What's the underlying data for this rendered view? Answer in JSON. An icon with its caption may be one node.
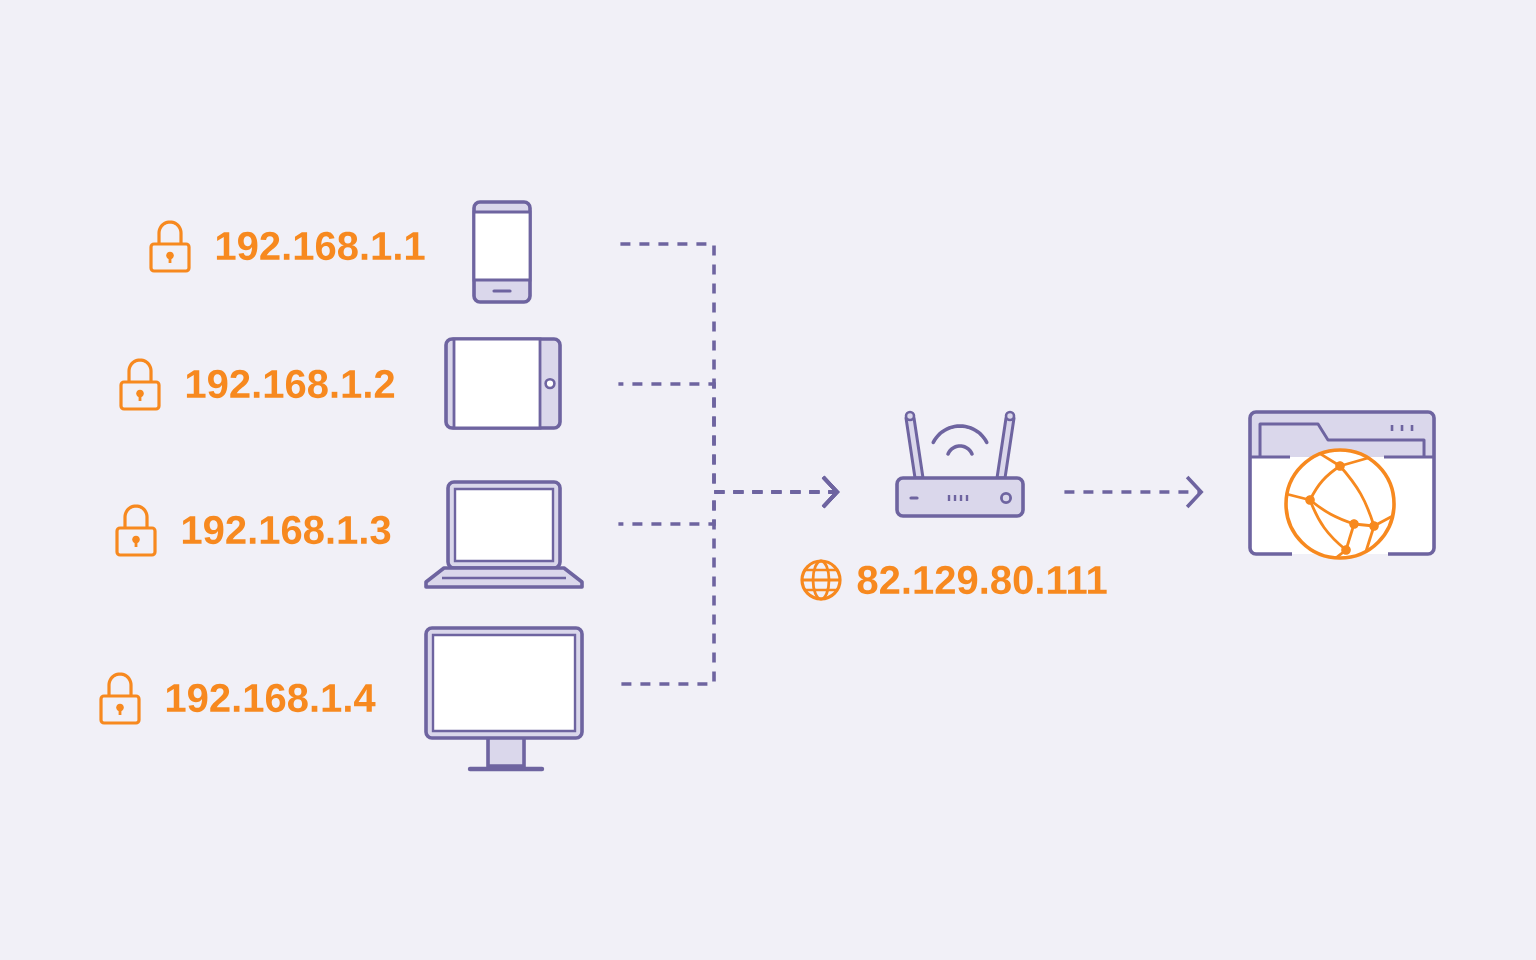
{
  "diagram": {
    "nodes": [
      {
        "text": [],
        "shape": "picture",
        "beside": [
          "192.168.1.1"
        ]
      },
      {
        "text": [],
        "shape": "picture",
        "beside": [
          "192.168.1.2"
        ]
      },
      {
        "text": [],
        "shape": "picture",
        "beside": [
          "192.168.1.3"
        ]
      },
      {
        "text": [],
        "shape": "picture",
        "beside": [
          "192.168.1.4"
        ]
      },
      {
        "text": [],
        "shape": "picture",
        "beside": [
          "82.129.80.111"
        ]
      },
      {
        "text": [],
        "shape": "picture"
      }
    ],
    "edges": [
      {
        "from": 0,
        "to": 4,
        "arrow": "to",
        "style": "dashed"
      },
      {
        "from": 1,
        "to": 4,
        "arrow": "to",
        "style": "dashed"
      },
      {
        "from": 2,
        "to": 4,
        "arrow": "to",
        "style": "dashed"
      },
      {
        "from": 3,
        "to": 4,
        "arrow": "to",
        "style": "dashed"
      },
      {
        "from": 4,
        "to": 5,
        "arrow": "to",
        "style": "dashed"
      }
    ]
  }
}
